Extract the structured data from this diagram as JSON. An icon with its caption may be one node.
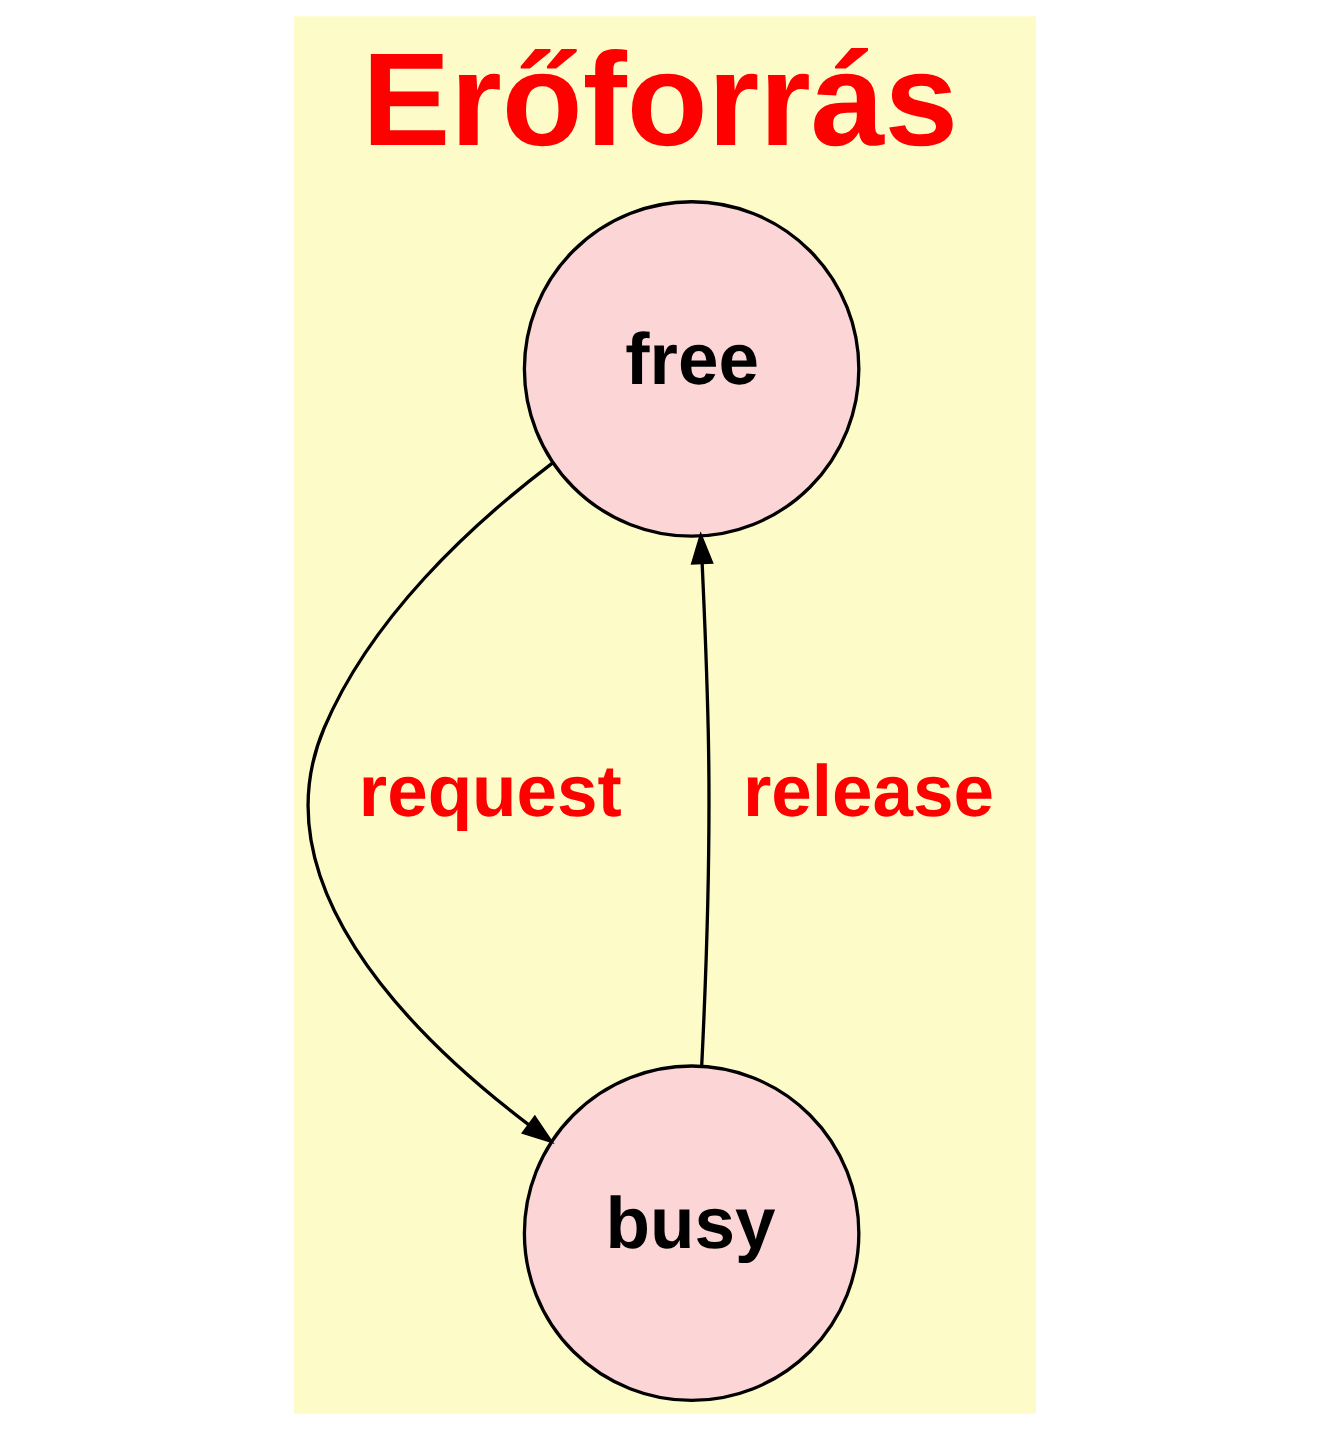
{
  "diagram": {
    "title": "Erőforrás",
    "nodes": [
      {
        "text": [
          "free"
        ]
      },
      {
        "text": [
          "busy"
        ]
      }
    ],
    "edges": [
      {
        "from": 0,
        "to": 1,
        "arrow": "to",
        "label": "request"
      },
      {
        "from": 1,
        "to": 0,
        "arrow": "to",
        "label": "release"
      }
    ]
  }
}
